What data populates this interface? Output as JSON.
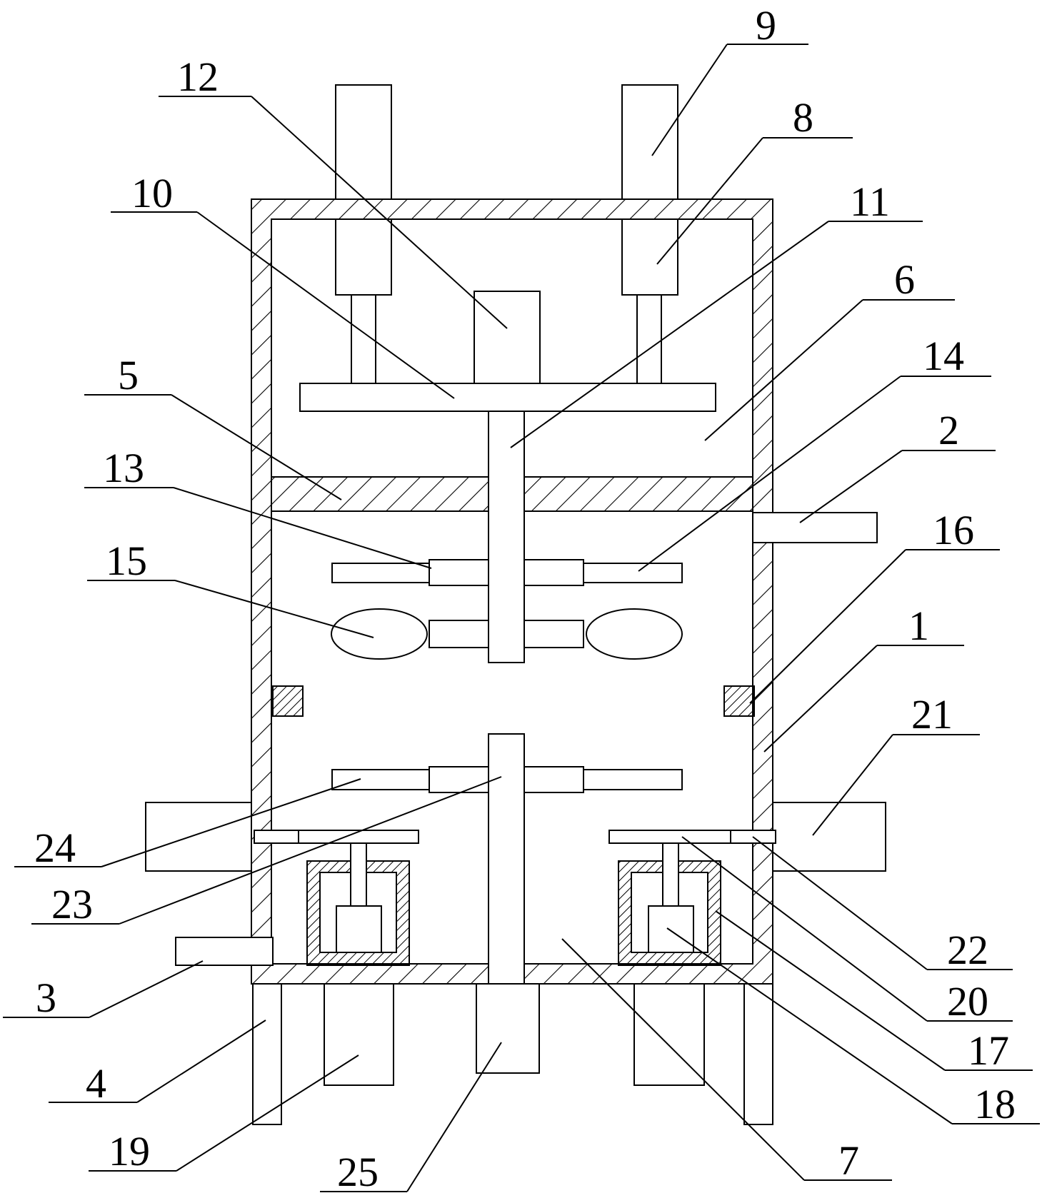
{
  "labels": {
    "l1": "1",
    "l2": "2",
    "l3": "3",
    "l4": "4",
    "l5": "5",
    "l6": "6",
    "l7": "7",
    "l8": "8",
    "l9": "9",
    "l10": "10",
    "l11": "11",
    "l12": "12",
    "l13": "13",
    "l14": "14",
    "l15": "15",
    "l16": "16",
    "l17": "17",
    "l18": "18",
    "l19": "19",
    "l20": "20",
    "l21": "21",
    "l22": "22",
    "l23": "23",
    "l24": "24",
    "l25": "25"
  }
}
